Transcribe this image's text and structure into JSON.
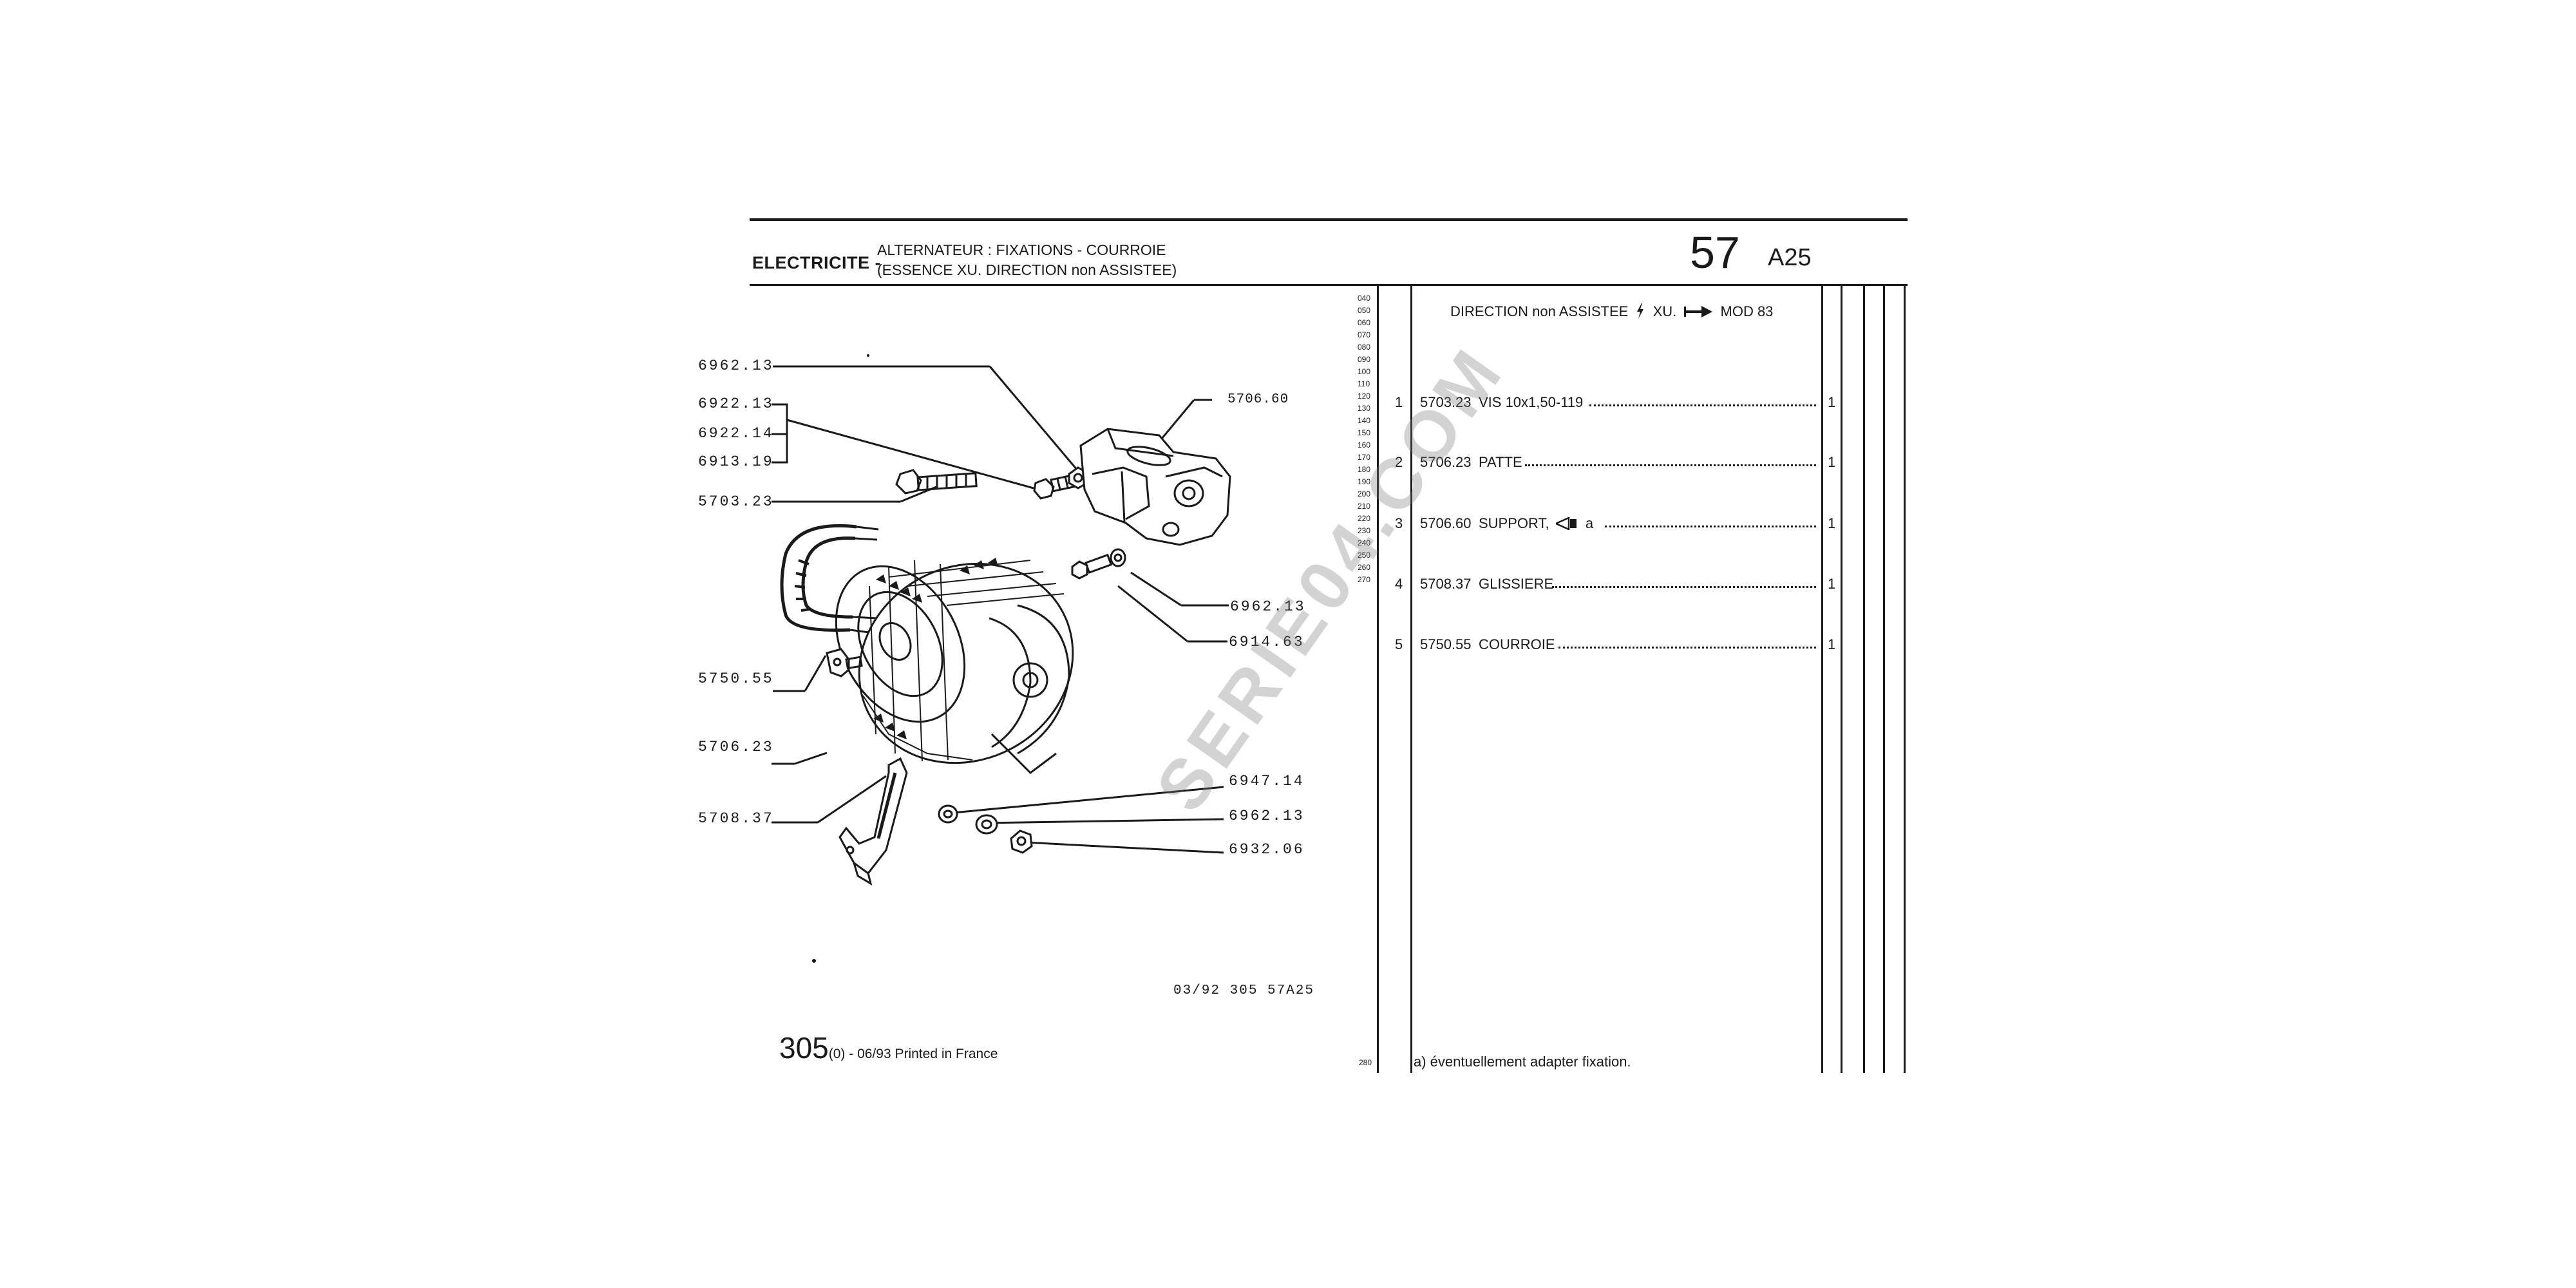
{
  "header": {
    "section": "ELECTRICITE -",
    "title_line1": "ALTERNATEUR : FIXATIONS - COURROIE",
    "title_line2": "(ESSENCE XU. DIRECTION non ASSISTEE)",
    "page_number": "57",
    "page_suffix": "A25"
  },
  "diagram": {
    "labels_left": [
      "6962.13",
      "6922.13",
      "6922.14",
      "6913.19",
      "5703.23",
      "5750.55",
      "5706.23",
      "5708.37"
    ],
    "labels_right": [
      "5706.60",
      "6962.13",
      "6914.63",
      "6947.14",
      "6962.13",
      "6932.06"
    ],
    "ref_code": "03/92 305 57A25"
  },
  "footer": {
    "model": "305",
    "edition": "(0) - 06/93 Printed in France"
  },
  "row_labels": [
    "040",
    "050",
    "060",
    "070",
    "080",
    "090",
    "100",
    "110",
    "120",
    "130",
    "140",
    "150",
    "160",
    "170",
    "180",
    "190",
    "200",
    "210",
    "220",
    "230",
    "240",
    "250",
    "260",
    "270"
  ],
  "row_label_bottom": "280",
  "table": {
    "heading": "DIRECTION non ASSISTEE",
    "heading_suffix": "XU.",
    "heading_mod": "MOD 83",
    "items": [
      {
        "num": "1",
        "ref": "5703.23",
        "desc": "VIS 10x1,50-119",
        "qty": "1"
      },
      {
        "num": "2",
        "ref": "5706.23",
        "desc": "PATTE",
        "qty": "1"
      },
      {
        "num": "3",
        "ref": "5706.60",
        "desc": "SUPPORT,",
        "note": "a",
        "qty": "1"
      },
      {
        "num": "4",
        "ref": "5708.37",
        "desc": "GLISSIERE",
        "qty": "1"
      },
      {
        "num": "5",
        "ref": "5750.55",
        "desc": "COURROIE",
        "qty": "1"
      }
    ],
    "footnote": "a) éventuellement adapter fixation."
  },
  "watermark": "SERIE04.COM"
}
